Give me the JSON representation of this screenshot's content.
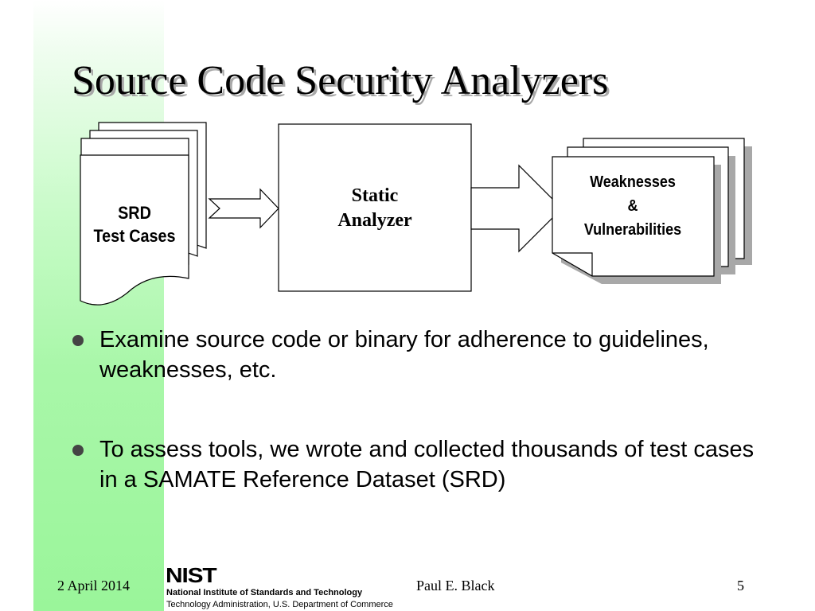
{
  "slide": {
    "title": "Source Code Security Analyzers",
    "page_number": "5"
  },
  "diagram": {
    "input": {
      "lines": [
        "SRD",
        "Test Cases"
      ]
    },
    "process": {
      "lines": [
        "Static",
        "Analyzer"
      ]
    },
    "output": {
      "lines": [
        "Weaknesses",
        "&",
        "Vulnerabilities"
      ]
    }
  },
  "bullets": [
    {
      "text": "Examine source code or binary for adherence to guidelines, weaknesses, etc."
    },
    {
      "text": "To assess tools, we wrote and collected thousands of test cases in a SAMATE Reference Dataset (SRD)"
    }
  ],
  "footer": {
    "date": "2 April 2014",
    "author": "Paul E. Black",
    "logo": {
      "wordmark": "NIST",
      "line1": "National Institute of Standards and Technology",
      "line2": "Technology Administration, U.S. Department of Commerce"
    }
  },
  "colors": {
    "band": "#9af59a",
    "stroke": "#000000",
    "shadow": "#a8a8a8"
  }
}
